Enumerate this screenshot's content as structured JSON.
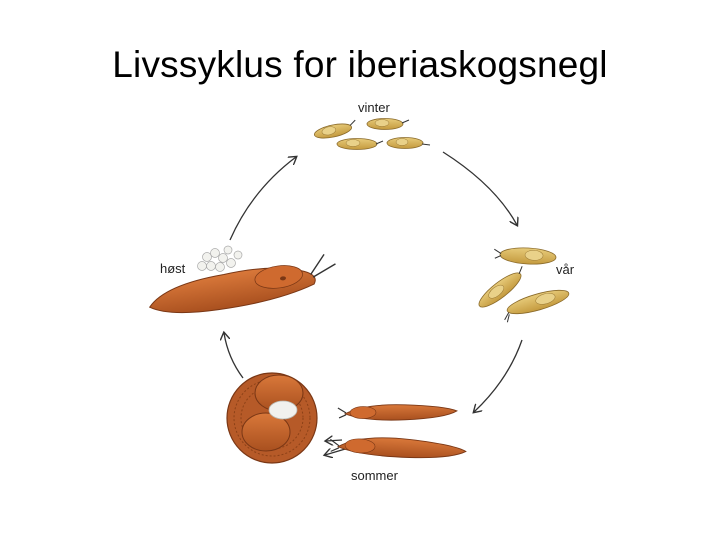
{
  "slide": {
    "title": "Livssyklus for iberiaskogsnegl"
  },
  "stages": {
    "winter": "vinter",
    "spring": "vår",
    "summer": "sommer",
    "autumn": "høst"
  },
  "colors": {
    "young_slug": "#d8b25a",
    "adult_slug": "#c2632c",
    "arrow": "#333333",
    "egg": "#f2f2ee"
  }
}
